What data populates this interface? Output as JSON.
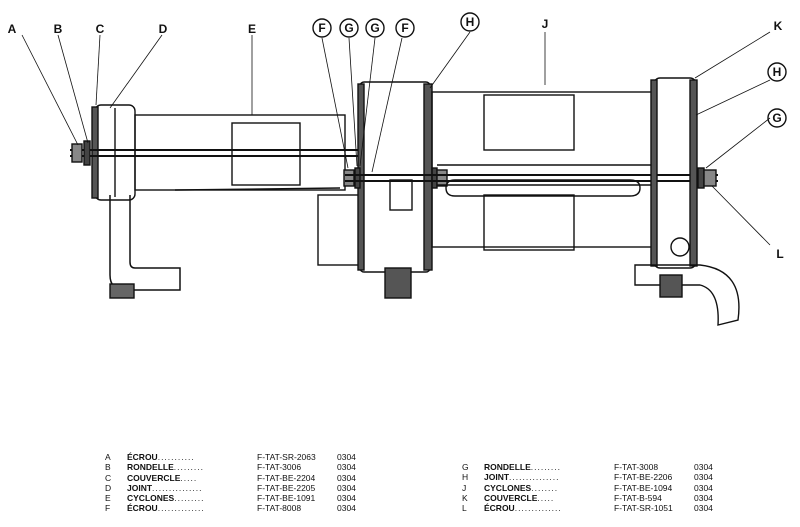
{
  "callouts": {
    "A": "A",
    "B": "B",
    "C": "C",
    "D": "D",
    "E": "E",
    "F1": "F",
    "G1": "G",
    "G2": "G",
    "F2": "F",
    "H1": "H",
    "J": "J",
    "K": "K",
    "H2": "H",
    "G3": "G",
    "L": "L"
  },
  "parts_left": [
    {
      "letter": "A",
      "name": "ÉCROU",
      "ref": "F-TAT-SR-2063",
      "code": "0304"
    },
    {
      "letter": "B",
      "name": "RONDELLE",
      "ref": "F-TAT-3006",
      "code": "0304"
    },
    {
      "letter": "C",
      "name": "COUVERCLE",
      "ref": "F-TAT-BE-2204",
      "code": "0304"
    },
    {
      "letter": "D",
      "name": "JOINT",
      "ref": "F-TAT-BE-2205",
      "code": "0304"
    },
    {
      "letter": "E",
      "name": "CYCLONES",
      "ref": "F-TAT-BE-1091",
      "code": "0304"
    },
    {
      "letter": "F",
      "name": "ÉCROU",
      "ref": "F-TAT-8008",
      "code": "0304"
    }
  ],
  "parts_right": [
    {
      "letter": "G",
      "name": "RONDELLE",
      "ref": "F-TAT-3008",
      "code": "0304"
    },
    {
      "letter": "H",
      "name": "JOINT",
      "ref": "F-TAT-BE-2206",
      "code": "0304"
    },
    {
      "letter": "J",
      "name": "CYCLONES",
      "ref": "F-TAT-BE-1094",
      "code": "0304"
    },
    {
      "letter": "K",
      "name": "COUVERCLE",
      "ref": "F-TAT-B-594",
      "code": "0304"
    },
    {
      "letter": "L",
      "name": "ÉCROU",
      "ref": "F-TAT-SR-1051",
      "code": "0304"
    }
  ]
}
